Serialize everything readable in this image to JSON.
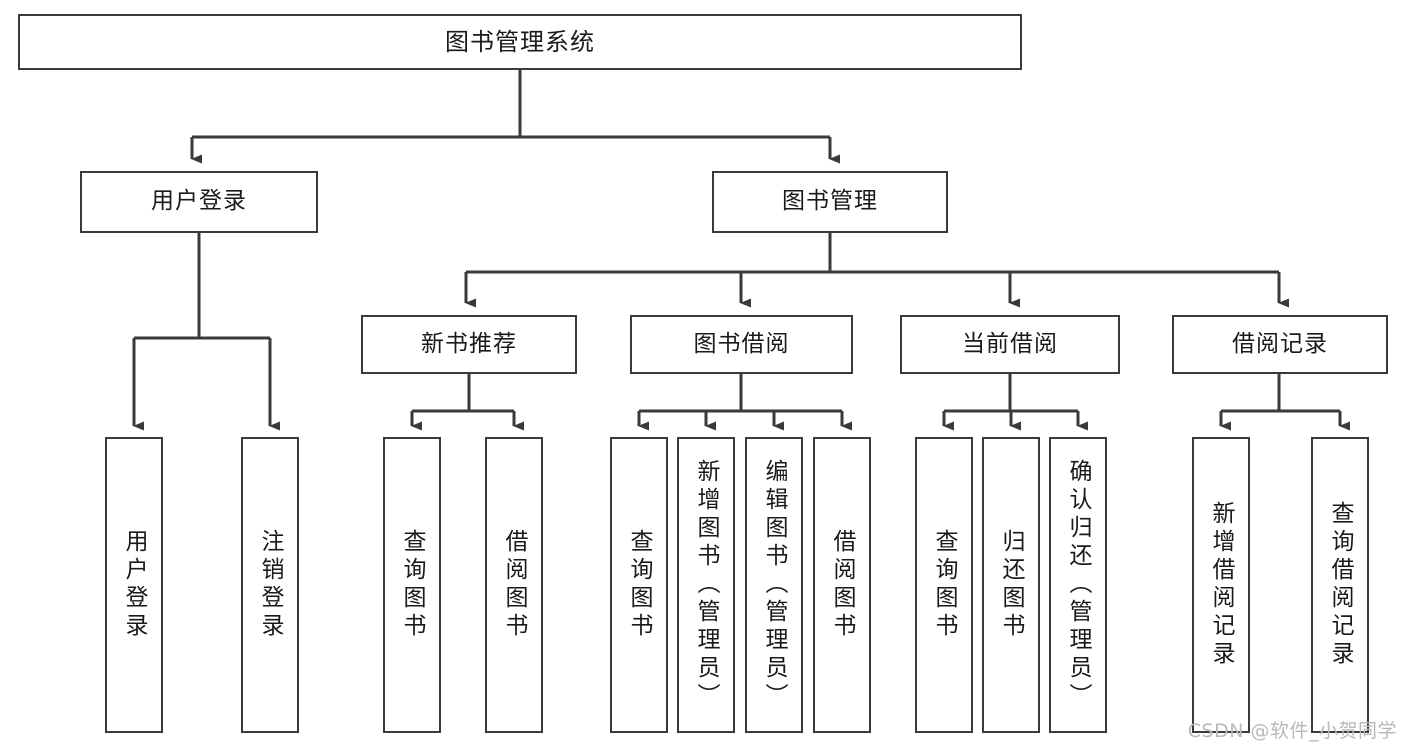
{
  "diagram": {
    "title": "图书管理系统",
    "watermark": "CSDN @软件_小贺同学",
    "colors": {
      "box_border": "#3a3a3a",
      "box_fill": "#ffffff",
      "connector": "#3a3a3a",
      "text": "#1a1a1a",
      "watermark": "#b9b9b9",
      "background": "#ffffff"
    },
    "root": {
      "label": "图书管理系统"
    },
    "level2": [
      {
        "id": "user-login",
        "label": "用户登录"
      },
      {
        "id": "book-management",
        "label": "图书管理"
      }
    ],
    "level3": [
      {
        "id": "new-book-recommend",
        "label": "新书推荐",
        "parent": "book-management"
      },
      {
        "id": "book-borrow",
        "label": "图书借阅",
        "parent": "book-management"
      },
      {
        "id": "current-borrow",
        "label": "当前借阅",
        "parent": "book-management"
      },
      {
        "id": "borrow-record",
        "label": "借阅记录",
        "parent": "book-management"
      }
    ],
    "leaves": {
      "user_login": [
        {
          "id": "leaf-user-login",
          "label": "用户登录"
        },
        {
          "id": "leaf-logout-login",
          "label": "注销登录"
        }
      ],
      "new_book_recommend": [
        {
          "id": "leaf-query-book-1",
          "label": "查询图书"
        },
        {
          "id": "leaf-borrow-book-1",
          "label": "借阅图书"
        }
      ],
      "book_borrow": [
        {
          "id": "leaf-query-book-2",
          "label": "查询图书"
        },
        {
          "id": "leaf-add-book",
          "label": "新增图书（管理员）"
        },
        {
          "id": "leaf-edit-book",
          "label": "编辑图书（管理员）"
        },
        {
          "id": "leaf-borrow-book-2",
          "label": "借阅图书"
        }
      ],
      "current_borrow": [
        {
          "id": "leaf-query-book-3",
          "label": "查询图书"
        },
        {
          "id": "leaf-return-book",
          "label": "归还图书"
        },
        {
          "id": "leaf-confirm-return",
          "label": "确认归还（管理员）"
        }
      ],
      "borrow_record": [
        {
          "id": "leaf-add-borrow-record",
          "label": "新增借阅记录"
        },
        {
          "id": "leaf-query-borrow-record",
          "label": "查询借阅记录"
        }
      ]
    }
  }
}
